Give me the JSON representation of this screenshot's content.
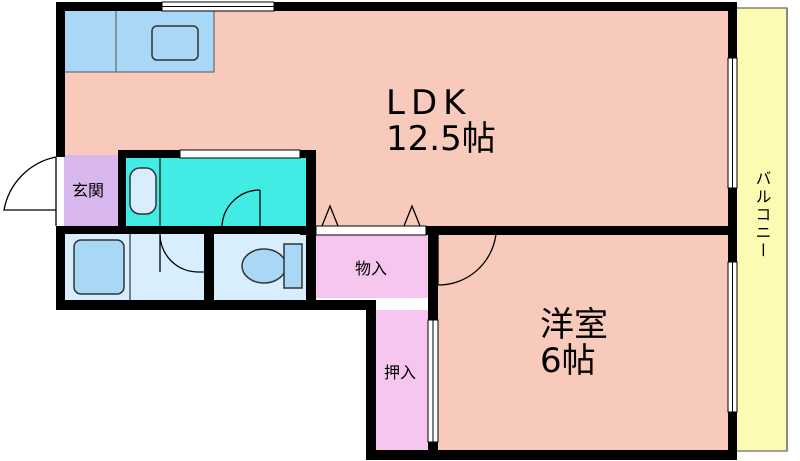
{
  "rooms": {
    "ldk": {
      "name": "LDK",
      "size": "12.5帖"
    },
    "western": {
      "name": "洋室",
      "size": "6帖"
    },
    "entrance": "玄関",
    "storage": "物入",
    "closet": "押入",
    "balcony": "バルコニー"
  },
  "colors": {
    "ldk": "#f7cabb",
    "western": "#f7cabb",
    "balcony": "#fdfbb2",
    "entrance": "#d8b7ef",
    "storage": "#f7c6ef",
    "closet": "#f7c6ef",
    "bath": "#40ece4",
    "kitchen": "#a9d8f7",
    "utility": "#d9eefd",
    "wall": "#000000"
  }
}
